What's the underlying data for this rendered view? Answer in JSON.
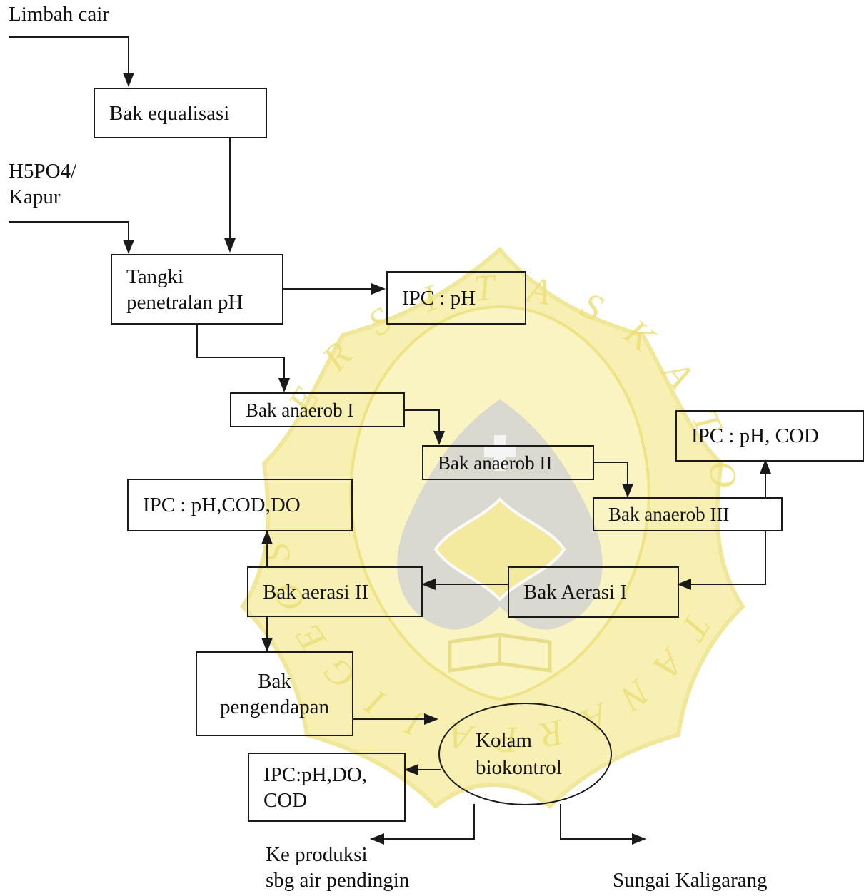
{
  "colors": {
    "line": "#1a1a1a",
    "watermark_fill": "#f6ec9a",
    "watermark_stroke": "#ece07a",
    "watermark_gray": "#d2d2d2"
  },
  "watermark": {
    "arc_letters_top": [
      "E",
      "R",
      "S",
      "I",
      "T",
      "A",
      "S",
      "K",
      "A",
      "T",
      "O"
    ],
    "arc_letters_bottom": [
      "S",
      "O",
      "E",
      "G",
      "I",
      "J",
      "A",
      "P",
      "R",
      "A",
      "N",
      "A",
      "T"
    ]
  },
  "inputs": {
    "limbah_cair": "Limbah cair",
    "chemical_line1": "H5PO4/",
    "chemical_line2": "Kapur"
  },
  "boxes": {
    "bak_equalisasi": "Bak equalisasi",
    "tangki_line1": "Tangki",
    "tangki_line2": "penetralan pH",
    "ipc_ph": "IPC : pH",
    "bak_anaerob_1": "Bak anaerob I",
    "bak_anaerob_2": "Bak anaerob II",
    "bak_anaerob_3": "Bak anaerob III",
    "ipc_ph_cod": "IPC : pH, COD",
    "ipc_ph_cod_do": "IPC : pH,COD,DO",
    "bak_aerasi_2": "Bak aerasi II",
    "bak_aerasi_1": "Bak Aerasi I",
    "bak_pengendapan_line1": "Bak",
    "bak_pengendapan_line2": "pengendapan",
    "kolam_line1": "Kolam",
    "kolam_line2": "biokontrol",
    "ipc_final_line1": "IPC:pH,DO,",
    "ipc_final_line2": "COD"
  },
  "outputs": {
    "produksi_line1": "Ke produksi",
    "produksi_line2": "sbg air pendingin",
    "sungai": "Sungai Kaligarang"
  }
}
